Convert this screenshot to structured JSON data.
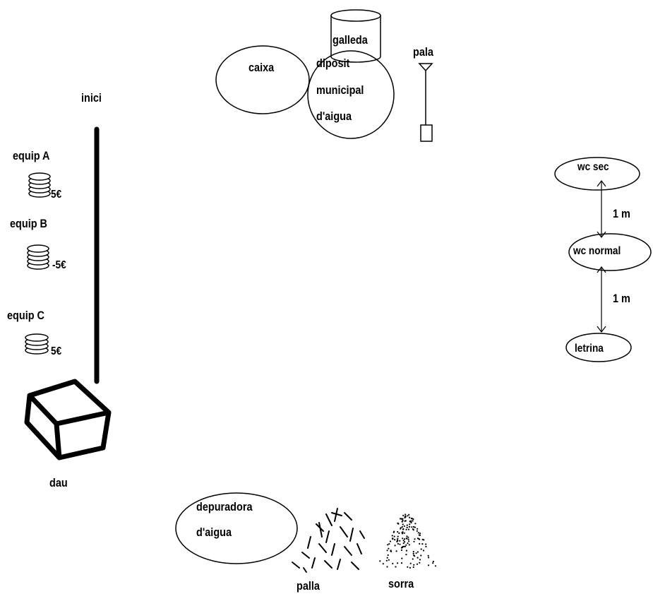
{
  "start": {
    "label": "inici"
  },
  "teams": [
    {
      "name": "equip A",
      "amount": "5€"
    },
    {
      "name": "equip B",
      "amount": "-5€"
    },
    {
      "name": "equip C",
      "amount": "5€"
    }
  ],
  "die": {
    "label": "dau"
  },
  "top_items": {
    "box": "caixa",
    "bucket": "galleda",
    "tank_line1": "dipòsit",
    "tank_line2": "municipal",
    "tank_line3": "d'aigua",
    "shovel": "pala"
  },
  "toilets": {
    "dry": "wc sec",
    "normal": "wc normal",
    "latrine": "letrina",
    "distance1": "1 m",
    "distance2": "1 m"
  },
  "bottom_items": {
    "purifier_line1": "depuradora",
    "purifier_line2": "d'aigua",
    "straw": "palla",
    "sand": "sorra"
  },
  "colors": {
    "ink": "#000000",
    "background": "#ffffff"
  }
}
